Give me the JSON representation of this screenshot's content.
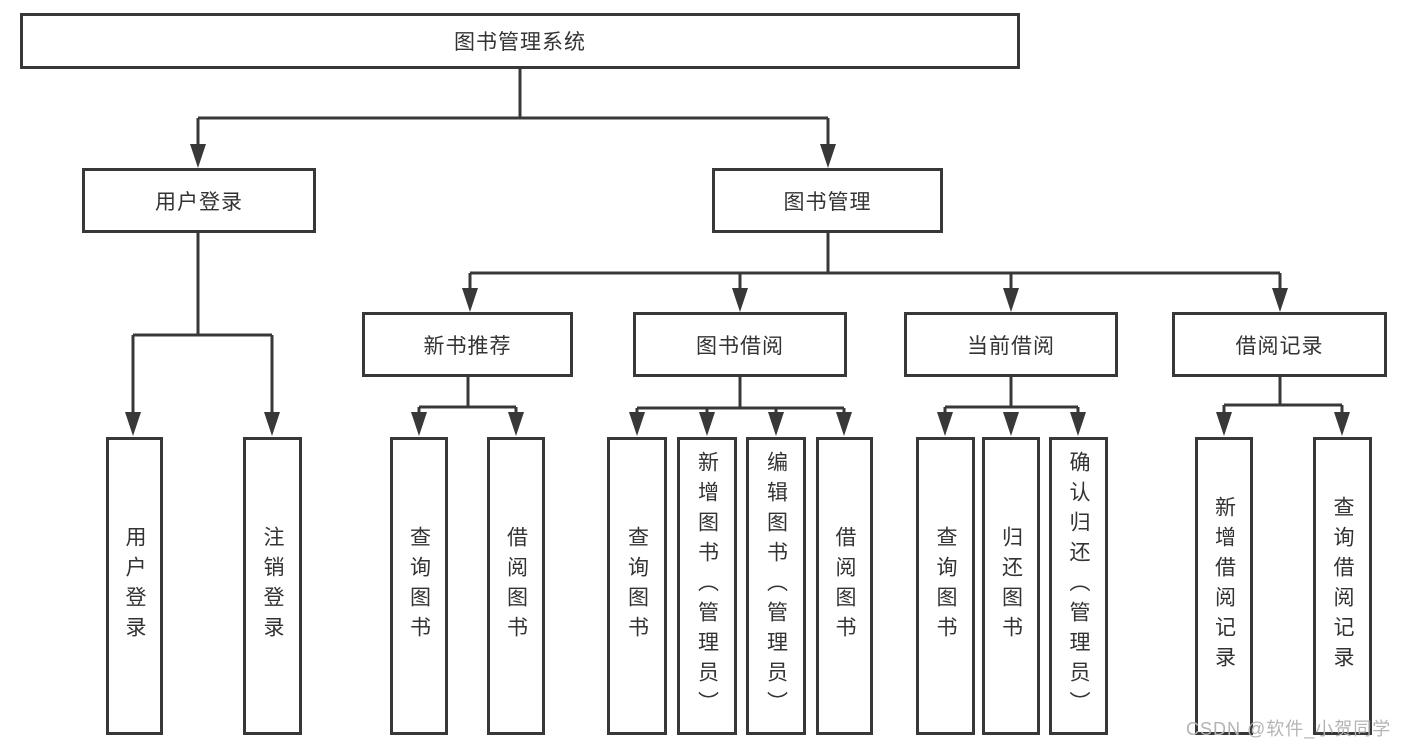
{
  "root_label": "图书管理系统",
  "level2": [
    "用户登录",
    "图书管理"
  ],
  "level3": [
    "新书推荐",
    "图书借阅",
    "当前借阅",
    "借阅记录"
  ],
  "leaves": [
    "用户登录",
    "注销登录",
    "查询图书",
    "借阅图书",
    "查询图书",
    "新增图书（管理员）",
    "编辑图书（管理员）",
    "借阅图书",
    "查询图书",
    "归还图书",
    "确认归还（管理员）",
    "新增借阅记录",
    "查询借阅记录"
  ],
  "watermark": "CSDN @软件_小贺同学",
  "colors": {
    "line": "#383838",
    "text": "#333333",
    "watermark": "#b4b4b4",
    "background": "#ffffff"
  }
}
